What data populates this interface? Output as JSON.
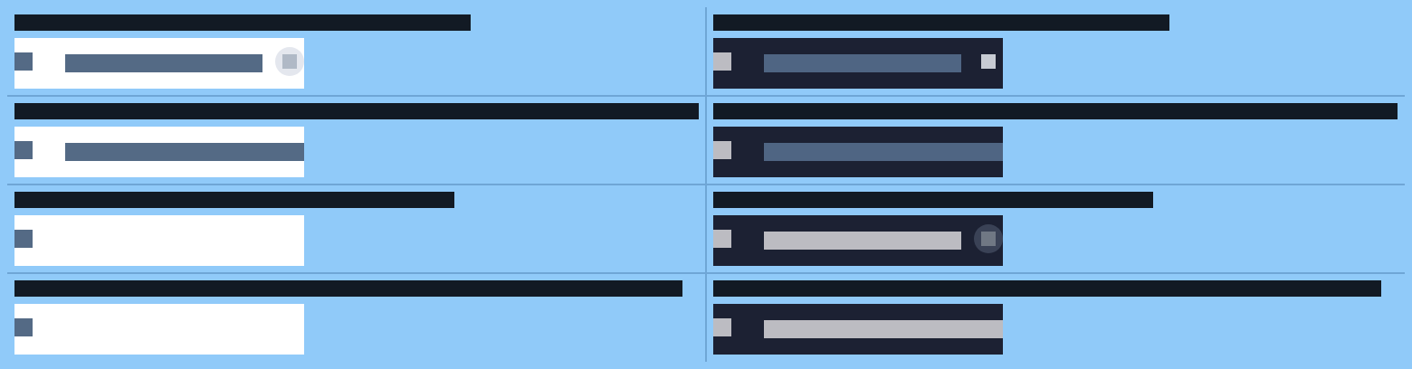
{
  "palette": {
    "page_background": "#90caf9",
    "divider": "#6fa6d6",
    "title_bar": "#121a24",
    "light_field": "#ffffff",
    "dark_field": "#1c2133",
    "light_value": "#546a85",
    "dark_value": "#4f6583",
    "dark_value_pale": "#bcbcc2"
  },
  "columns": [
    {
      "theme": "light",
      "rows": [
        {
          "title": "",
          "value": "",
          "placeholder": "",
          "has_clear_button": true,
          "value_style": "filled"
        },
        {
          "title": "",
          "value": "",
          "placeholder": "",
          "has_clear_button": false,
          "value_style": "filled"
        },
        {
          "title": "",
          "value": "",
          "placeholder": "",
          "has_clear_button": false,
          "value_style": "empty"
        },
        {
          "title": "",
          "value": "",
          "placeholder": "",
          "has_clear_button": false,
          "value_style": "empty"
        }
      ]
    },
    {
      "theme": "dark",
      "rows": [
        {
          "title": "",
          "value": "",
          "placeholder": "",
          "has_clear_button": true,
          "value_style": "filled"
        },
        {
          "title": "",
          "value": "",
          "placeholder": "",
          "has_clear_button": false,
          "value_style": "filled"
        },
        {
          "title": "",
          "value": "",
          "placeholder": "",
          "has_clear_button": true,
          "value_style": "pale"
        },
        {
          "title": "",
          "value": "",
          "placeholder": "",
          "has_clear_button": false,
          "value_style": "pale"
        }
      ]
    }
  ],
  "icons": {
    "leading": "field-leading-icon",
    "clear": "clear-icon"
  }
}
